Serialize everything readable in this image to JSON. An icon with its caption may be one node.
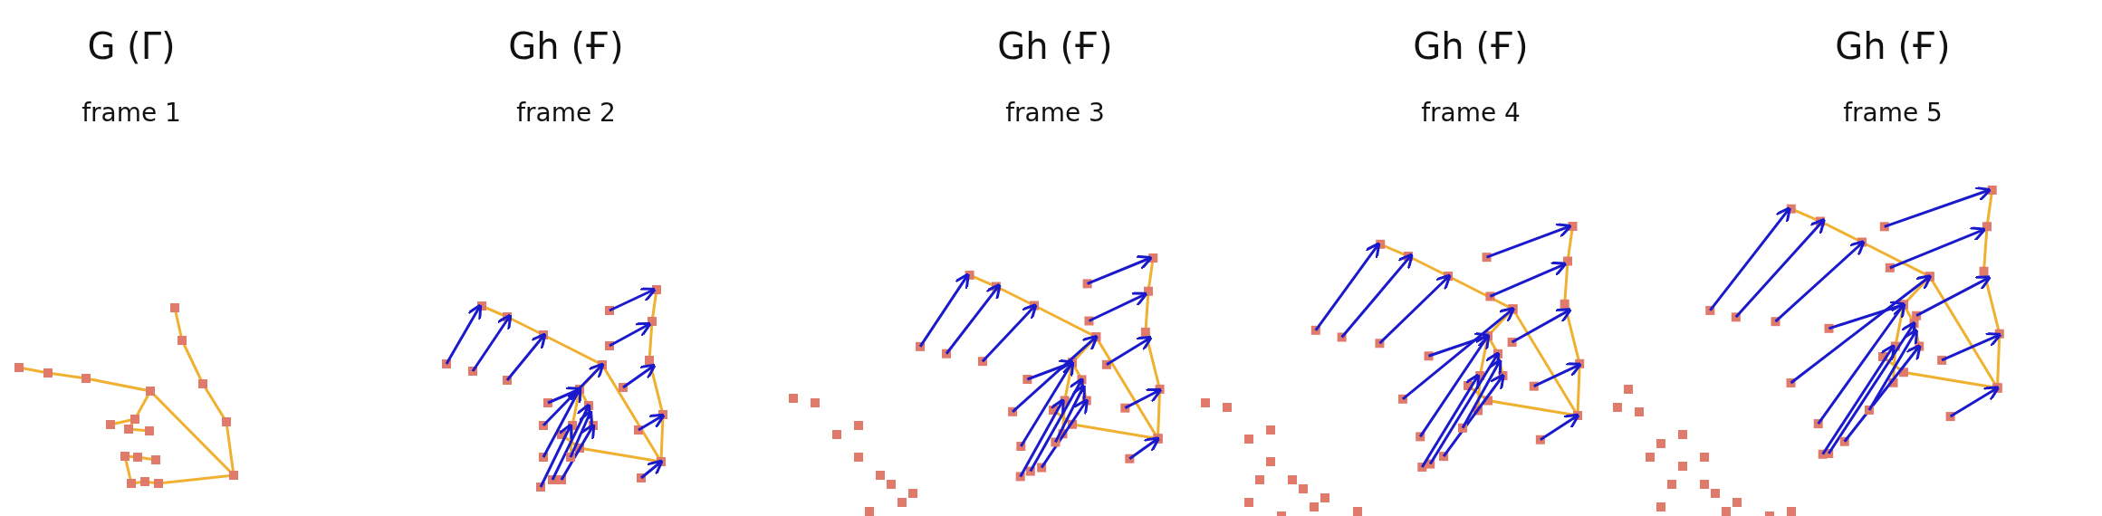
{
  "diagram": {
    "labels": [
      "G (Γ)",
      "Gh (Ғ)",
      "Gh (Ғ)",
      "Gh (Ғ)",
      "Gh (Ғ)",
      "frame 1",
      "frame 2",
      "frame 3",
      "frame 4",
      "frame 5"
    ]
  }
}
